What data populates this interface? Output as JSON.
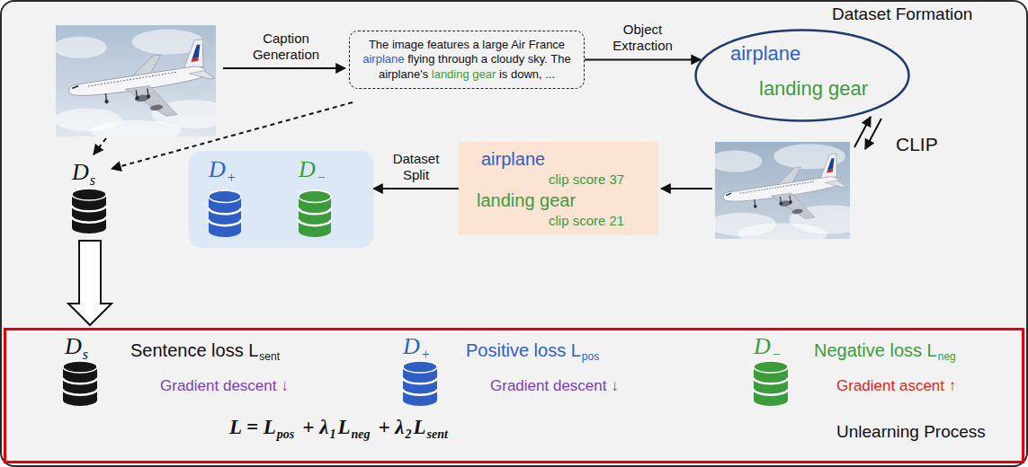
{
  "diagram": {
    "nodes": [
      {
        "text": [
          "Dataset Formation"
        ]
      },
      {
        "text": [
          "The image features a large Air France airplane flying through a cloudy sky. The airplane's landing gear is down, ..."
        ],
        "in": 0
      },
      {
        "text": [
          "airplane",
          "landing gear"
        ],
        "in": 0
      },
      {
        "text": [
          "airplane",
          "clip score 37",
          "landing gear",
          "clip score 21"
        ],
        "in": 0
      },
      {
        "text": [
          "D",
          "+",
          "D",
          "−"
        ],
        "in": 0
      },
      {
        "text": [
          "D",
          "s",
          "Sentence loss L",
          "sent",
          "Gradient descent ↓",
          "D",
          "+",
          "Positive loss L",
          "pos",
          "Gradient descent ↓",
          "D",
          "−",
          "Negative loss L",
          "neg",
          "Gradient ascent ↑",
          "L = L",
          "pos",
          "+ λ",
          "1",
          "L",
          "neg",
          "+ λ",
          "2",
          "L",
          "sent",
          "Unlearning Process"
        ],
        "in": 0
      }
    ],
    "edges": [
      {
        "from": 1,
        "to": 2,
        "arrow": "to",
        "label": "Object Extraction"
      },
      {
        "from": 3,
        "to": 4,
        "arrow": "to",
        "label": "Dataset Split"
      }
    ],
    "labels": [
      "Caption Generation",
      "D",
      "s",
      "CLIP"
    ]
  }
}
